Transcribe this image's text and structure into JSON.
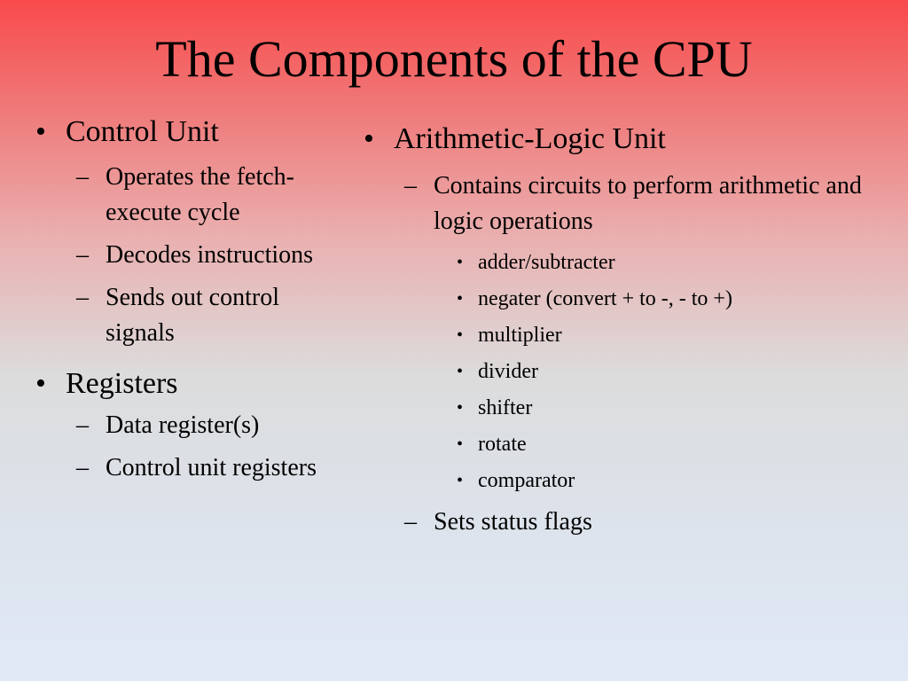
{
  "title": "The Components of the CPU",
  "markers": {
    "level1": "•",
    "level2": "–",
    "level3": "•"
  },
  "left": {
    "control_unit": {
      "label": "Control Unit",
      "items": [
        "Operates the fetch-execute cycle",
        "Decodes instructions",
        "Sends out control signals"
      ]
    },
    "registers": {
      "label": "Registers",
      "items": [
        "Data register(s)",
        "Control unit registers"
      ]
    }
  },
  "right": {
    "alu": {
      "label": "Arithmetic-Logic Unit",
      "contains": "Contains circuits to perform arithmetic and logic operations",
      "circuits": [
        "adder/subtracter",
        "negater (convert + to -, - to +)",
        "multiplier",
        "divider",
        "shifter",
        "rotate",
        "comparator"
      ],
      "flags": "Sets status flags"
    }
  }
}
